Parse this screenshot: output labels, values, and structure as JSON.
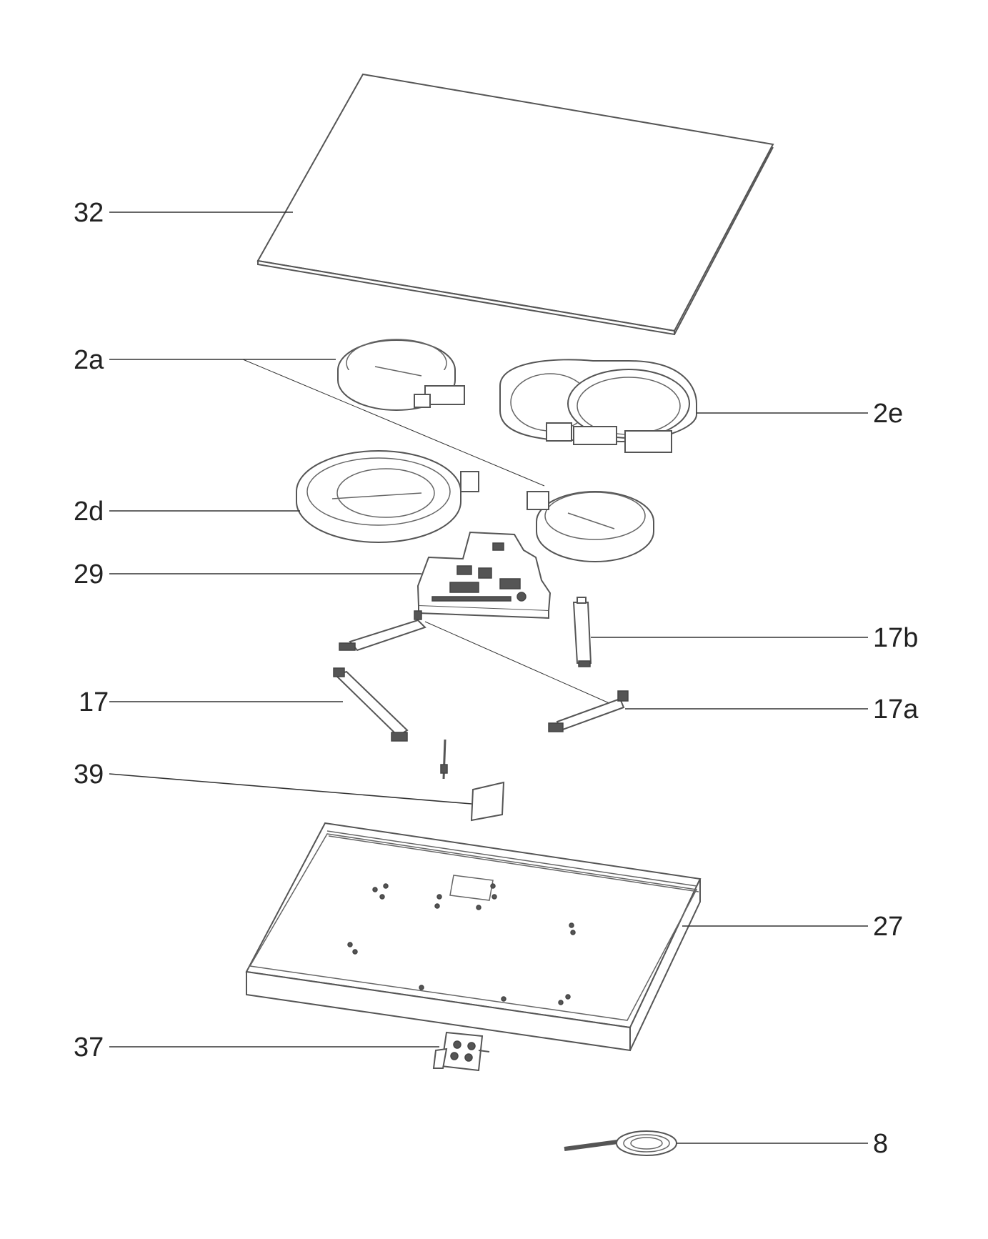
{
  "diagram": {
    "labels": {
      "p32": "32",
      "p2a": "2a",
      "p2e": "2e",
      "p2d": "2d",
      "p29": "29",
      "p17b": "17b",
      "p17": "17",
      "p17a": "17a",
      "p39": "39",
      "p27": "27",
      "p37": "37",
      "p8": "8"
    },
    "colors": {
      "line": "#333333",
      "part_outline": "#555555",
      "background": "#ffffff"
    }
  }
}
